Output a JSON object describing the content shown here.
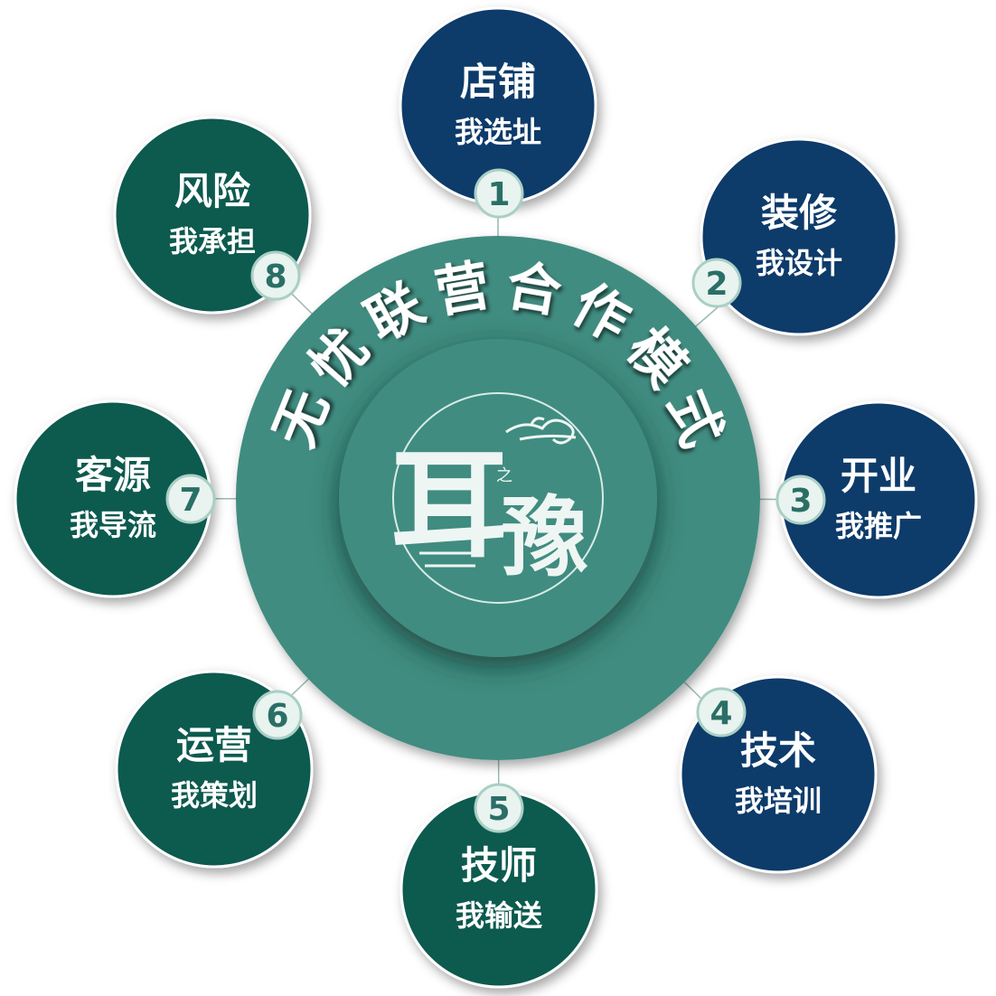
{
  "center": {
    "title_chars": [
      "无",
      "忧",
      "联",
      "营",
      "合",
      "作",
      "模",
      "式"
    ],
    "logo": {
      "text_main": "耳",
      "text_small": "之",
      "text_second": "豫"
    }
  },
  "nodes": [
    {
      "number": "1",
      "title": "店铺",
      "subtitle": "我选址",
      "color": "#0f3b6b"
    },
    {
      "number": "2",
      "title": "装修",
      "subtitle": "我设计",
      "color": "#0f3b6b"
    },
    {
      "number": "3",
      "title": "开业",
      "subtitle": "我推广",
      "color": "#0f3b6b"
    },
    {
      "number": "4",
      "title": "技术",
      "subtitle": "我培训",
      "color": "#0f3b6b"
    },
    {
      "number": "5",
      "title": "技师",
      "subtitle": "我输送",
      "color": "#0b5a4f"
    },
    {
      "number": "6",
      "title": "运营",
      "subtitle": "我策划",
      "color": "#0b5a4f"
    },
    {
      "number": "7",
      "title": "客源",
      "subtitle": "我导流",
      "color": "#0b5a4f"
    },
    {
      "number": "8",
      "title": "风险",
      "subtitle": "我承担",
      "color": "#0b5a4f"
    }
  ],
  "colors": {
    "big_circle": "#3f8c80",
    "inner_circle": "#3f8c80",
    "badge_fill": "#e9f3ef",
    "ring": "#a9cfc5"
  }
}
